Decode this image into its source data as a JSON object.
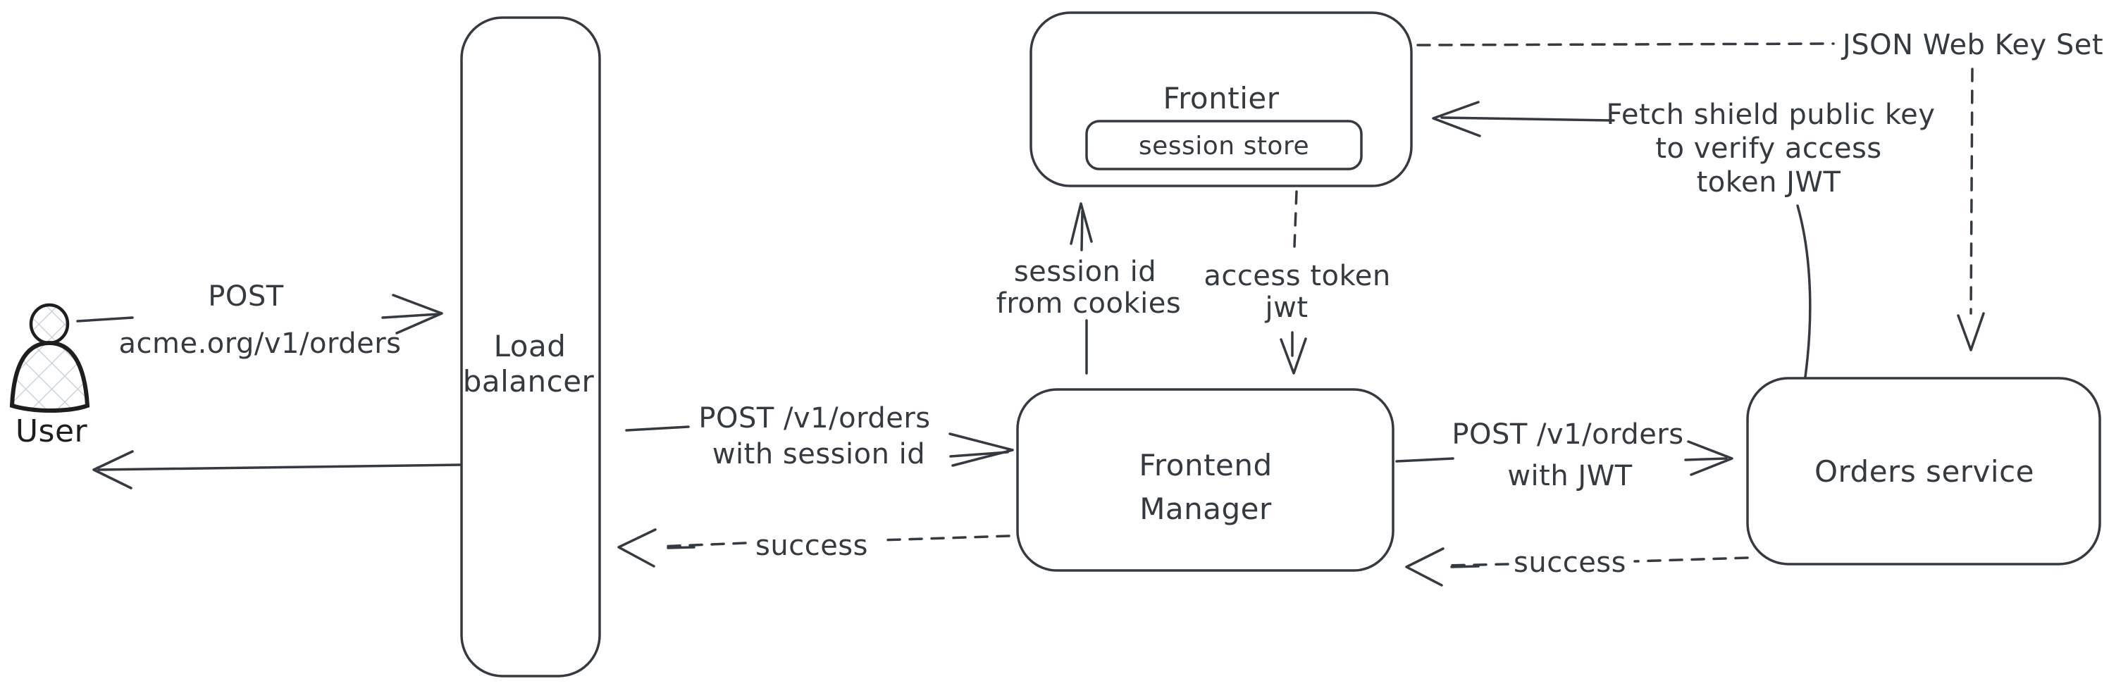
{
  "colors": {
    "background": "#ffffff",
    "stroke": "#343a40",
    "actor_stroke": "#1e1e1e",
    "hatch_fill": "#c3ccd6"
  },
  "nodes": {
    "user": {
      "label": "User"
    },
    "load_balancer": {
      "line1": "Load",
      "line2": "balancer"
    },
    "frontier": {
      "label": "Frontier",
      "session_store": "session store"
    },
    "frontend_manager": {
      "line1": "Frontend",
      "line2": "Manager"
    },
    "orders_service": {
      "label": "Orders service"
    }
  },
  "edges": {
    "user_to_lb": {
      "line1": "POST",
      "line2": "acme.org/v1/orders"
    },
    "lb_to_fm": {
      "line1": "POST /v1/orders",
      "line2": "with session id"
    },
    "fm_to_lb": {
      "label": "success"
    },
    "fm_to_frontier": {
      "line1": "session id",
      "line2": "from cookies"
    },
    "frontier_to_fm": {
      "line1": "access token",
      "line2": "jwt"
    },
    "fm_to_orders": {
      "line1": "POST /v1/orders",
      "line2": "with JWT"
    },
    "orders_to_fm": {
      "label": "success"
    },
    "orders_to_frontier": {
      "line1": "Fetch shield public key",
      "line2": "to verify access",
      "line3": "token JWT"
    },
    "jwks": {
      "label": "JSON Web Key Set"
    }
  }
}
